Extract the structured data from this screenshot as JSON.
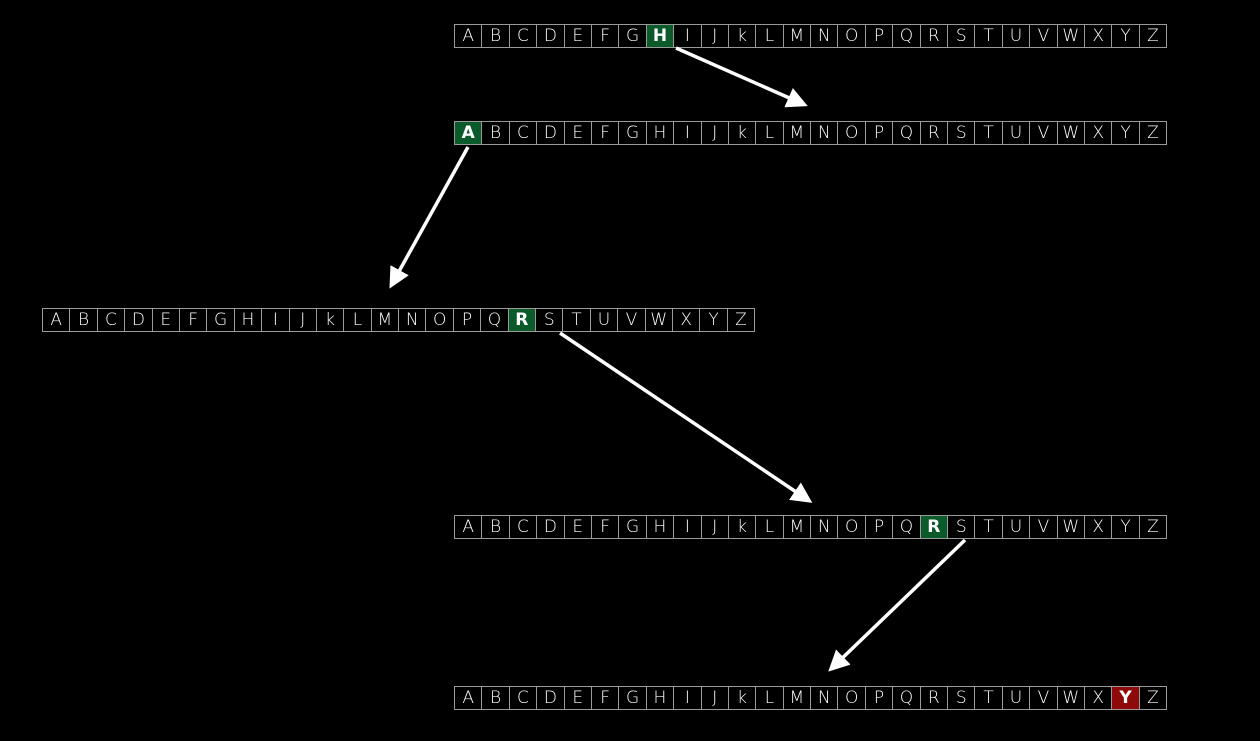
{
  "alphabet": [
    "A",
    "B",
    "C",
    "D",
    "E",
    "F",
    "G",
    "H",
    "I",
    "J",
    "k",
    "L",
    "M",
    "N",
    "O",
    "P",
    "Q",
    "R",
    "S",
    "T",
    "U",
    "V",
    "W",
    "X",
    "Y",
    "Z"
  ],
  "rows": [
    {
      "highlight": "H",
      "highlight_color": "#0b5a2a"
    },
    {
      "highlight": "A",
      "highlight_color": "#0b5a2a"
    },
    {
      "highlight": "R",
      "highlight_color": "#0b5a2a"
    },
    {
      "highlight": "R",
      "highlight_color": "#0b5a2a"
    },
    {
      "highlight": "Y",
      "highlight_color": "#8e0a0a"
    }
  ],
  "colors": {
    "background": "#000000",
    "border": "#9a9a9a",
    "text": "#ffffff",
    "arrow": "#ffffff"
  }
}
